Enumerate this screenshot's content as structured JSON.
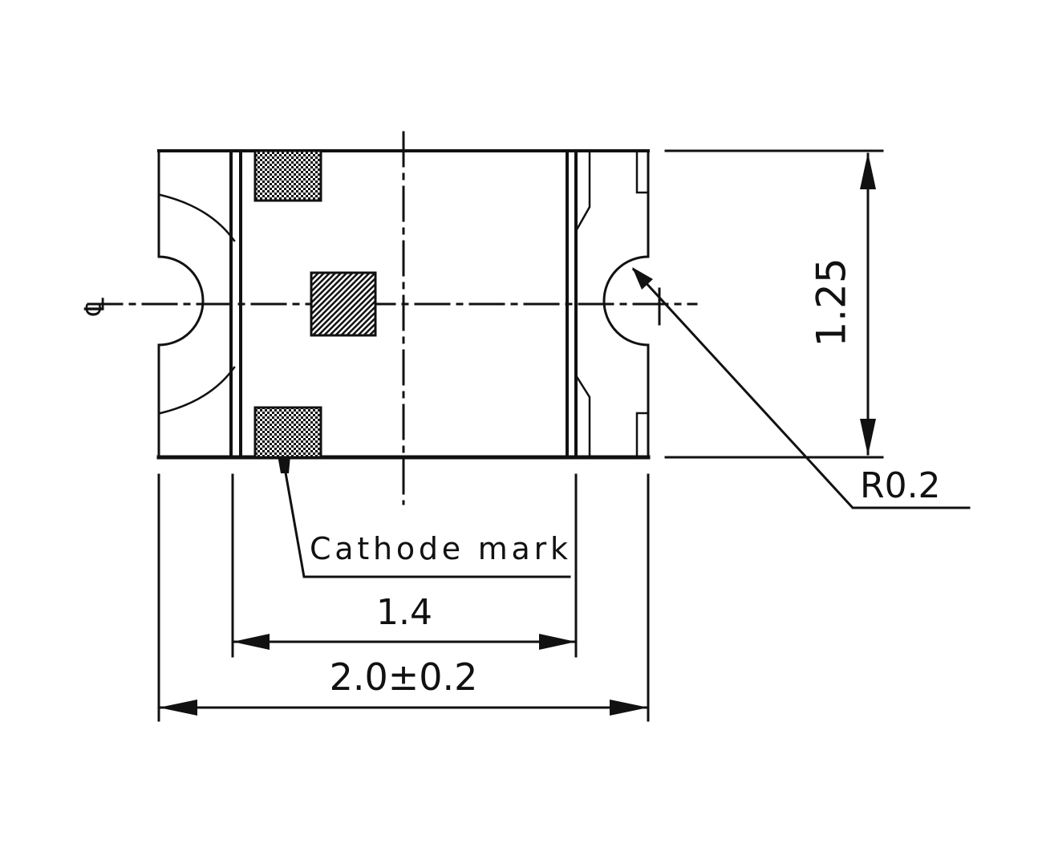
{
  "labels": {
    "height_dim": "1.25",
    "radius_dim": "R0.2",
    "cathode_mark": "Cathode mark",
    "inner_width_dim": "1.4",
    "overall_width_dim": "2.0±0.2",
    "centerline_symbol": "℄"
  },
  "colors": {
    "line": "#111111",
    "background": "#ffffff"
  }
}
